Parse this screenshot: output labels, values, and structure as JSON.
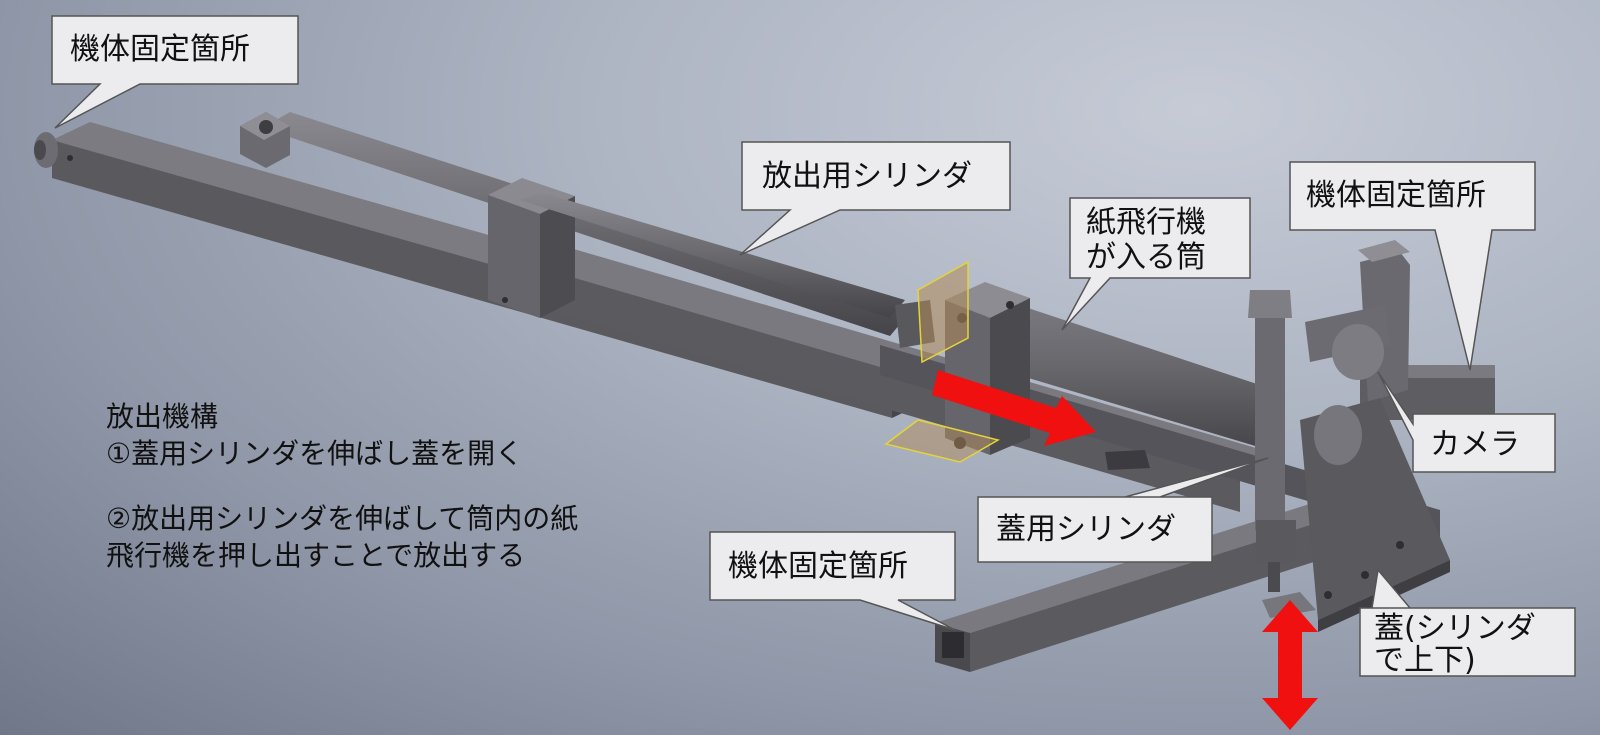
{
  "callouts": {
    "fix_top_left": "機体固定箇所",
    "release_cylinder": "放出用シリンダ",
    "tube_line1": "紙飛行機",
    "tube_line2": "が入る筒",
    "fix_right": "機体固定箇所",
    "camera": "カメラ",
    "lid_cylinder": "蓋用シリンダ",
    "fix_bottom": "機体固定箇所",
    "lid_line1": "蓋(シリンダ",
    "lid_line2": "で上下)"
  },
  "description": {
    "heading": "放出機構",
    "step1": "①蓋用シリンダを伸ばし蓋を開く",
    "step2_line1": "②放出用シリンダを伸ばして筒内の紙",
    "step2_line2": "飛行機を押し出すことで放出する"
  },
  "colors": {
    "arrow": "#f01010",
    "metal": "#5e5d62",
    "metal_light": "#838287",
    "metal_dark": "#3f3e43",
    "highlight": "#e2d53a"
  }
}
